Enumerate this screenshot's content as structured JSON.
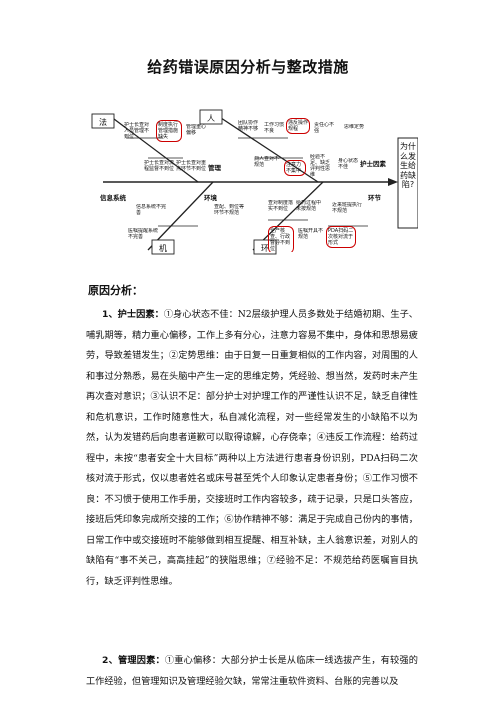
{
  "document": {
    "title": "给药错误原因分析与整改措施",
    "section_label": "原因分析：",
    "paragraphs": [
      {
        "heading": "1、护士因素：",
        "text": "①身心状态不佳：N2层级护理人员多数处于结婚初期、生子、哺乳期等，精力重心偏移，工作上多有分心，注意力容易不集中，身体和思想易疲劳，导致差错发生；②定势思维：由于日复一日重复相似的工作内容，对周围的人和事过分熟悉，易在头脑中产生一定的思维定势，凭经验、想当然，发药时未产生再次查对意识；③认识不足：部分护士对护理工作的严谨性认识不足，缺乏自律性和危机意识，工作时随意性大，私自减化流程，对一些经常发生的小缺陷不以为然，认为发错药后向患者道歉可以取得谅解，心存侥幸；④违反工作流程：给药过程中，未按“患者安全十大目标”两种以上方法进行患者身份识别，PDA扫码二次核对流于形式，仅以患者姓名或床号甚至凭个人印象认定患者身份；⑤工作习惯不良：不习惯于使用工作手册，交接班时工作内容较多，疏于记录，只是口头答应，接班后凭印象完成所交接的工作；⑥协作精神不够：满足于完成自己份内的事情，日常工作中或交接班时不能够做到相互提醒、相互补缺，主人翁意识差，对别人的缺陷有“事不关己，高高挂起”的狭隘思维；⑦经验不足：不规范给药医嘱盲目执行，缺乏评判性思维。"
      },
      {
        "heading": "2、管理因素：",
        "text": "①重心偏移：大部分护士长是从临床一线选拔产生，有较强的工作经验，但管理知识及管理经验欠缺，常常注重软件资料、台账的完善以及"
      }
    ]
  },
  "diagram": {
    "head_text": "为什么发生给药缺陷?",
    "categories": {
      "fa": "法",
      "ren": "人",
      "ji": "机",
      "huan": "环"
    },
    "branch_labels": {
      "nurse": "护士因素",
      "management": "管理",
      "info": "信息系统",
      "environment": "环境",
      "env_right": "环节"
    },
    "cause_texts": {
      "c1": "护士长查对人员管理不到位",
      "c2": "制度执行管理措施缺失",
      "c3": "管理重心偏移",
      "c4": "团队协作精神不够",
      "c5": "工作习惯不良",
      "c6": "违反操作规程",
      "c7": "责任心不强",
      "c8": "思维定势",
      "c9": "护士长查对流程监督不到位",
      "c10": "护士长查对重点环节不到位",
      "c11": "病人查对不规范",
      "c12": "注意力不集中",
      "c13": "经验不足、缺乏评判性思维",
      "c14": "身心状态不佳",
      "c15": "信息系统不完善",
      "c16": "查配、到位等环节不规范",
      "c17": "查对制度落实不到位",
      "c18": "给药过程中未按规范",
      "c19": "医嘱提醒系统不完善",
      "c20": "近来班提执行不规范",
      "c21": "全产核查、行政督导不到位",
      "c22": "医嘱开具不规范",
      "c23": "PDA扫码二次核对流于形式"
    }
  }
}
